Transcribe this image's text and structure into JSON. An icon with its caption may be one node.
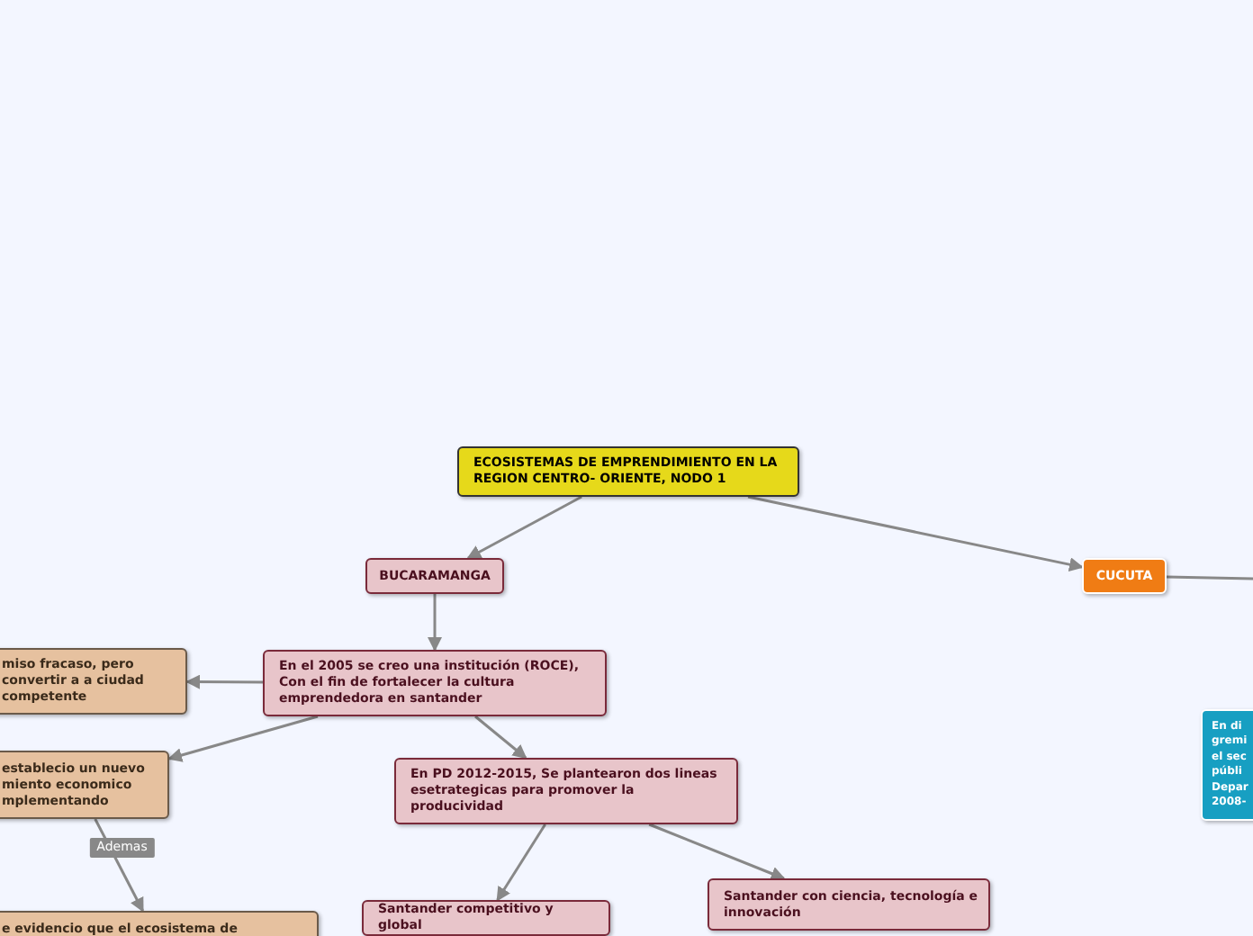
{
  "diagram": {
    "nodes": [
      {
        "text": [
          "ECOSISTEMAS DE EMPRENDIMIENTO EN LA REGION CENTRO- ORIENTE, NODO 1"
        ]
      },
      {
        "text": [
          "BUCARAMANGA"
        ]
      },
      {
        "text": [
          "CUCUTA"
        ]
      },
      {
        "text": [
          "En el 2005 se creo una institución (ROCE), Con el fin de fortalecer la cultura emprendedora en santander"
        ]
      },
      {
        "text": [
          "miso fracaso, pero convertir a a ciudad competente"
        ]
      },
      {
        "text": [
          "establecio un nuevo miento economico mplementando"
        ]
      },
      {
        "text": [
          "En PD 2012-2015, Se plantearon dos lineas esetrategicas para promover la producividad"
        ]
      },
      {
        "text": [
          "e evidencio que el ecosistema de"
        ]
      },
      {
        "text": [
          "Santander competitivo y global"
        ]
      },
      {
        "text": [
          "Santander con ciencia, tecnología e innovación"
        ]
      },
      {
        "text": [
          "En di gremi el sec públi Depar 2008-"
        ]
      }
    ],
    "edges": [
      {
        "from": 0,
        "to": 1,
        "arrow": "to"
      },
      {
        "from": 0,
        "to": 2,
        "arrow": "to"
      },
      {
        "from": 2,
        "to": null,
        "arrow": "none"
      },
      {
        "from": 1,
        "to": 3,
        "arrow": "to"
      },
      {
        "from": 3,
        "to": 4,
        "arrow": "to"
      },
      {
        "from": 3,
        "to": 5,
        "arrow": "to"
      },
      {
        "from": 3,
        "to": 6,
        "arrow": "to"
      },
      {
        "from": 5,
        "to": 7,
        "label": "Ademas",
        "arrow": "to"
      },
      {
        "from": 6,
        "to": 8,
        "arrow": "to"
      },
      {
        "from": 6,
        "to": 9,
        "arrow": "to"
      }
    ]
  }
}
